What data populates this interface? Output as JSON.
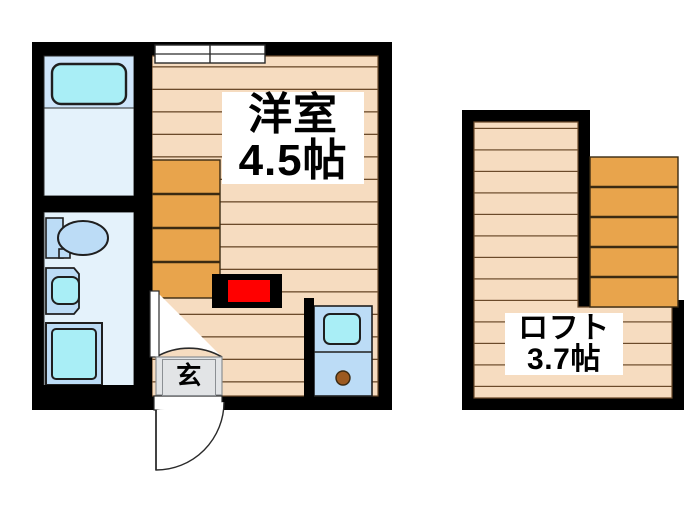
{
  "plan": {
    "kind": "apartment-floor-plan",
    "bg_color": "#ffffff",
    "wall_color": "#000000",
    "floor_color": "#f6dcc0",
    "floor_line_color": "#6b4a2a",
    "stair_color": "#e8a council",
    "stairs_color": "#e8a44c",
    "water_room_color": "#e4f2fb",
    "fixture_fill": "#bcdcf6",
    "tub_fill": "#a9eef6",
    "accent_red": "#ff0000",
    "burner_color": "#9c5a20",
    "genkan_fill": "#e2e4e6"
  },
  "rooms": {
    "main": {
      "name": "洋室",
      "line1": "洋室",
      "line2": "4.5帖",
      "size": "4.5帖",
      "label_full": "洋室 4.5帖"
    },
    "loft": {
      "name": "ロフト",
      "line1": "ロフト",
      "line2": "3.7帖",
      "size": "3.7帖",
      "label_full": "ロフト 3.7帖"
    },
    "genkan": {
      "name": "玄",
      "label_full": "玄"
    }
  },
  "fixtures": {
    "bathtub": "bathtub",
    "toilet": "toilet",
    "washbasin": "washbasin",
    "washing_machine": "washing-machine-space",
    "kitchen_sink": "kitchen-sink",
    "kitchen_burner": "kitchen-burner",
    "stairs_main": "stairs-to-loft",
    "stairs_loft": "loft-stairs",
    "window_top": "sliding-window",
    "entry_door": "entry-door",
    "interior_door": "interior-door",
    "red_marker": "red-marker"
  }
}
